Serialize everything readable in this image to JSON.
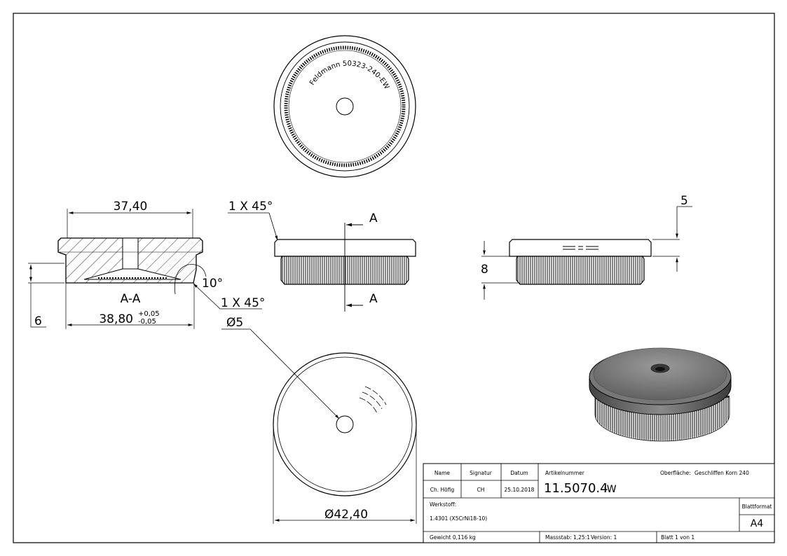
{
  "drawing": {
    "engraving": "Feldmann 50323-240-EW",
    "dims": {
      "top_width": "37,40",
      "bottom_width": "38,80",
      "tol_plus": "+0,05",
      "tol_minus": "-0,05",
      "height_left": "6",
      "angle": "10°",
      "chamfer_side": "1 X 45°",
      "chamfer_front": "1 X 45°",
      "hole_dia": "Ø5",
      "outer_dia": "Ø42,40",
      "height_knurl": "8",
      "height_cap": "5",
      "section_mark": "A",
      "section_label": "A-A"
    }
  },
  "titleblock": {
    "h_name": "Name",
    "h_signatur": "Signatur",
    "h_datum": "Datum",
    "h_artikel": "Artikelnummer",
    "oberflaeche_label": "Oberfläche:",
    "oberflaeche_value": "Geschliffen Korn 240",
    "name": "Ch. Höfig",
    "signatur": "CH",
    "datum": "25.10.2018",
    "artikel": "11.5070.4",
    "artikel_suffix": ":W",
    "werkstoff_label": "Werkstoff:",
    "werkstoff": "1.4301 (X5CrNi18-10)",
    "blattformat_label": "Blattformat",
    "blattformat": "A4",
    "gewicht": "Gewicht 0,116 kg",
    "massstab": "Massstab: 1,25:1",
    "version": "Version: 1",
    "blatt": "Blatt 1 von 1"
  }
}
